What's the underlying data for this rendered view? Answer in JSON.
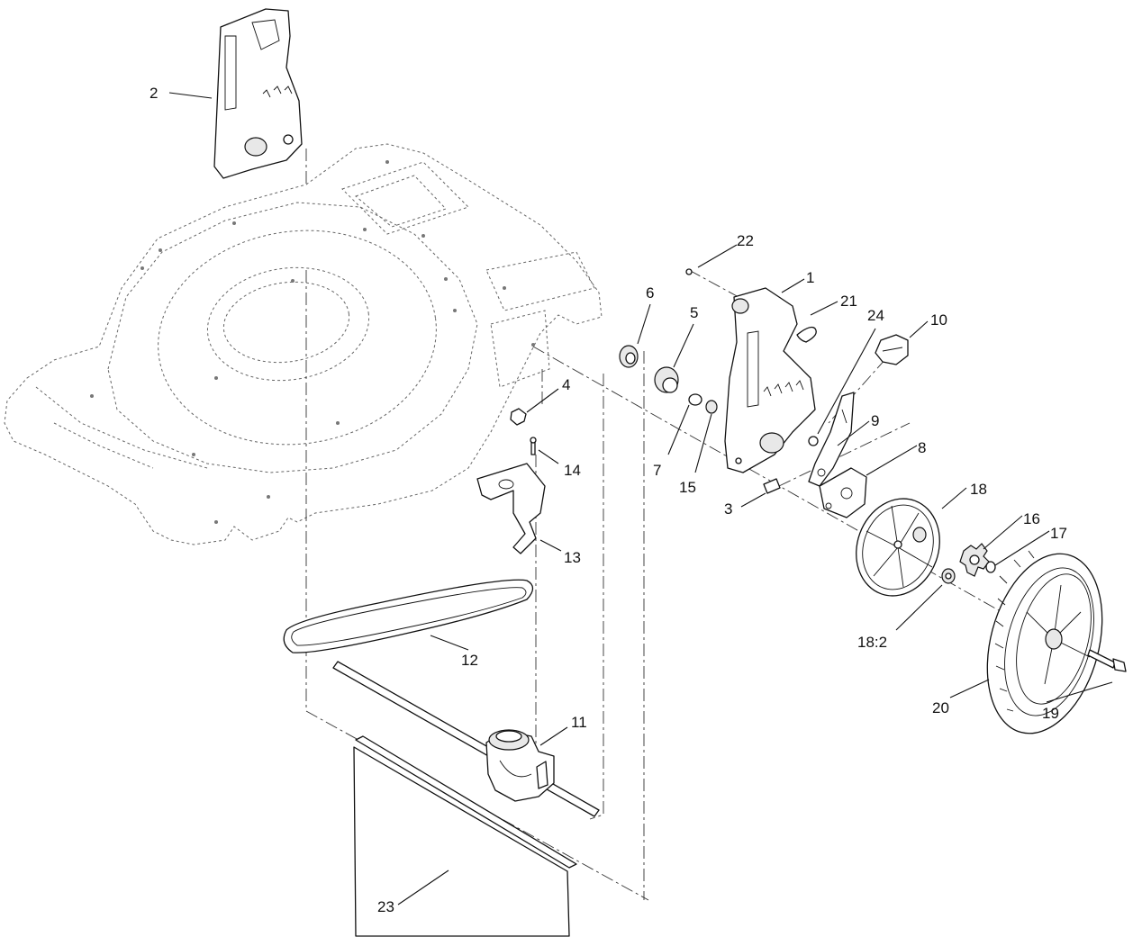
{
  "diagram": {
    "callouts": [
      {
        "id": "c2",
        "label": "2"
      },
      {
        "id": "c22",
        "label": "22"
      },
      {
        "id": "c1",
        "label": "1"
      },
      {
        "id": "c21",
        "label": "21"
      },
      {
        "id": "c24",
        "label": "24"
      },
      {
        "id": "c10",
        "label": "10"
      },
      {
        "id": "c6",
        "label": "6"
      },
      {
        "id": "c5",
        "label": "5"
      },
      {
        "id": "c4",
        "label": "4"
      },
      {
        "id": "c7",
        "label": "7"
      },
      {
        "id": "c15",
        "label": "15"
      },
      {
        "id": "c3",
        "label": "3"
      },
      {
        "id": "c9",
        "label": "9"
      },
      {
        "id": "c8",
        "label": "8"
      },
      {
        "id": "c14",
        "label": "14"
      },
      {
        "id": "c13",
        "label": "13"
      },
      {
        "id": "c18",
        "label": "18"
      },
      {
        "id": "c16",
        "label": "16"
      },
      {
        "id": "c17",
        "label": "17"
      },
      {
        "id": "c182",
        "label": "18:2"
      },
      {
        "id": "c12",
        "label": "12"
      },
      {
        "id": "c20",
        "label": "20"
      },
      {
        "id": "c19",
        "label": "19"
      },
      {
        "id": "c11",
        "label": "11"
      },
      {
        "id": "c23",
        "label": "23"
      }
    ]
  }
}
